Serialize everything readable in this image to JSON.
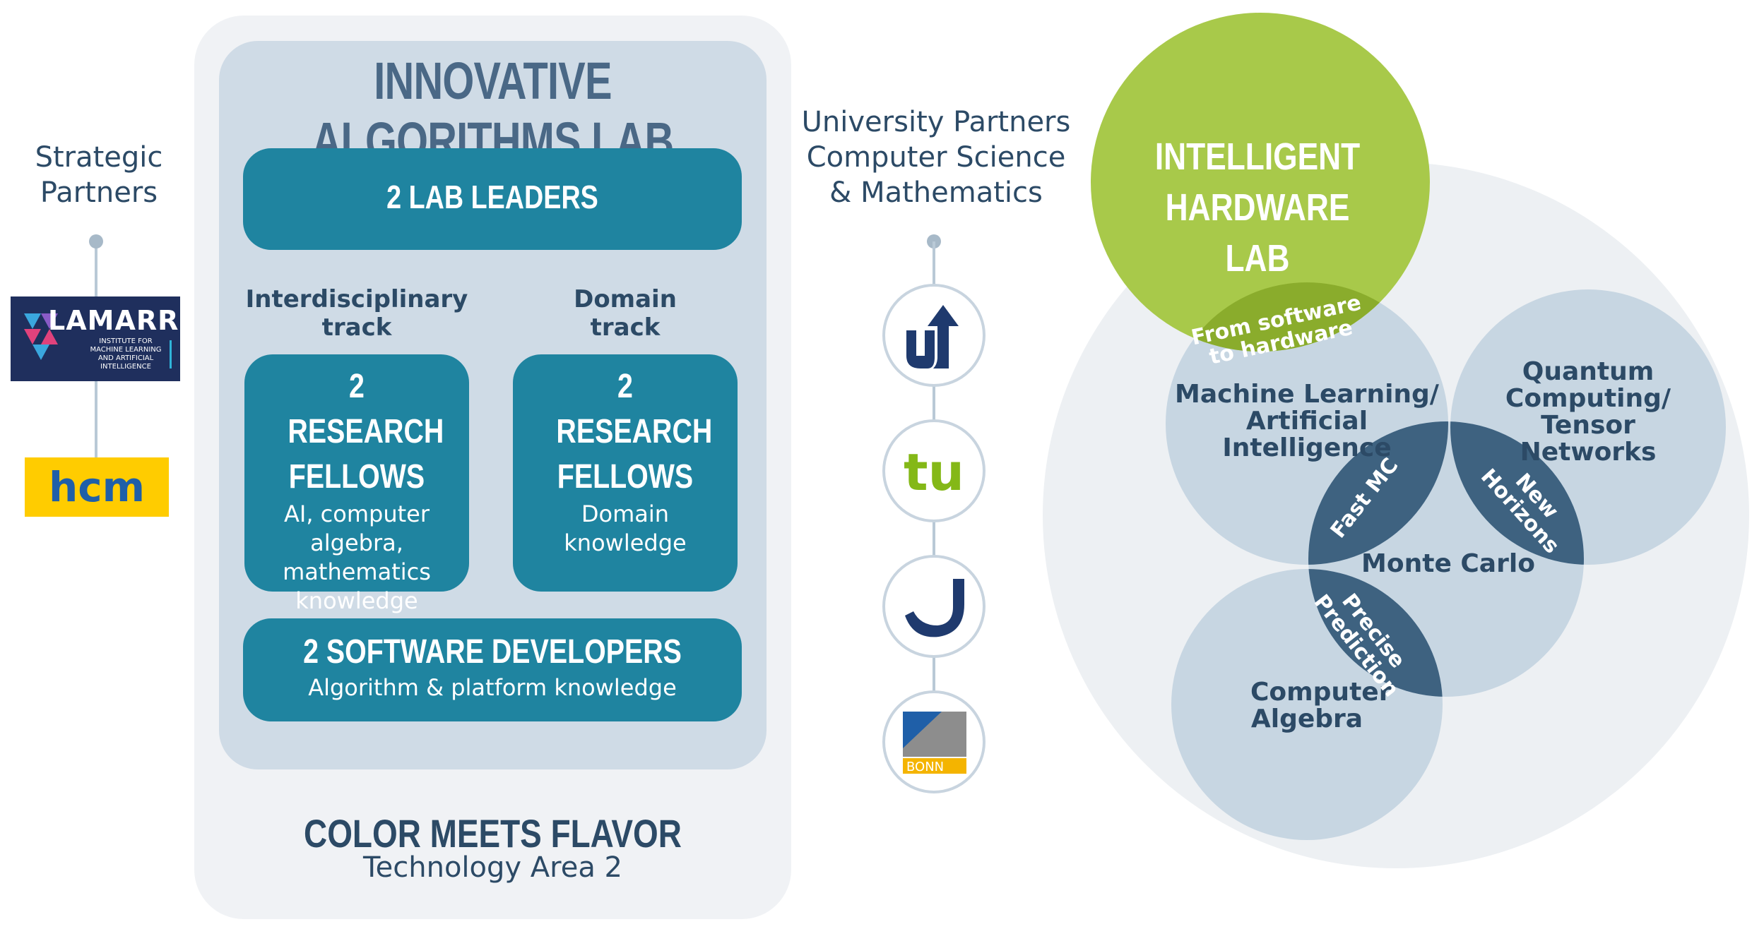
{
  "strategic_partners": {
    "title": "Strategic Partners",
    "logos": [
      {
        "name": "LAMARR",
        "subtitle": "INSTITUTE FOR MACHINE LEARNING AND ARTIFICIAL INTELLIGENCE"
      },
      {
        "name": "hcm"
      }
    ]
  },
  "lab": {
    "title": "INNOVATIVE ALGORITHMS LAB",
    "leaders": "2 LAB LEADERS",
    "tracks": {
      "interdisciplinary": "Interdisciplinary track",
      "domain": "Domain track"
    },
    "fellows_interdisciplinary": {
      "title": "2 RESEARCH FELLOWS",
      "body": "AI, computer algebra, mathematics knowledge"
    },
    "fellows_domain": {
      "title": "2 RESEARCH FELLOWS",
      "body": "Domain knowledge"
    },
    "developers": {
      "title": "2 SOFTWARE DEVELOPERS",
      "body": "Algorithm & platform knowledge"
    },
    "footer_title": "COLOR MEETS FLAVOR",
    "footer_subtitle": "Technology Area 2"
  },
  "university_partners": {
    "title": "University Partners Computer Science & Mathematics",
    "logos": [
      "u",
      "tu",
      "j",
      "BONN"
    ]
  },
  "venn": {
    "hardware_lab": "INTELLIGENT HARDWARE LAB",
    "bridge": "From software to hardware",
    "ml": "Machine Learning/ Artificial Intelligence",
    "quantum": "Quantum Computing/ Tensor Networks",
    "monte_carlo": "Monte Carlo",
    "algebra": "Computer Algebra",
    "fast_mc": "Fast MC",
    "new_horizons": "New Horizons",
    "precise_prediction": "Precise Prediction"
  },
  "colors": {
    "navy": "#2c4a66",
    "teal": "#1f84a0",
    "green": "#a8c94a",
    "circle": "#c7d6e2",
    "overlap": "#3e6280"
  }
}
